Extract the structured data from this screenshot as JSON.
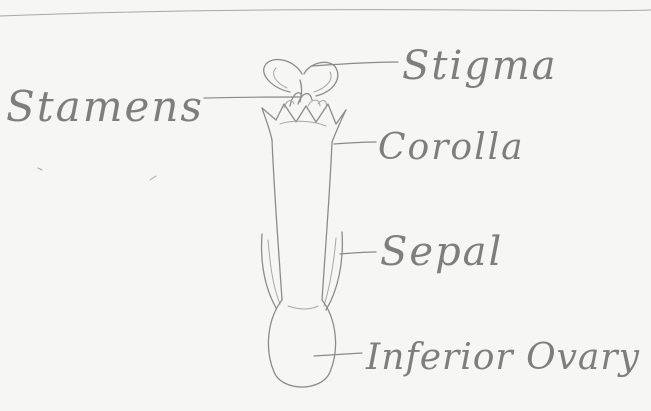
{
  "labels": {
    "stigma": "Stigma",
    "stamens": "Stamens",
    "corolla": "Corolla",
    "sepal": "Sepal",
    "inferior_ovary": "Inferior Ovary"
  },
  "colors": {
    "paper": "#f6f6f5",
    "pencil": "#8c8c8c"
  }
}
